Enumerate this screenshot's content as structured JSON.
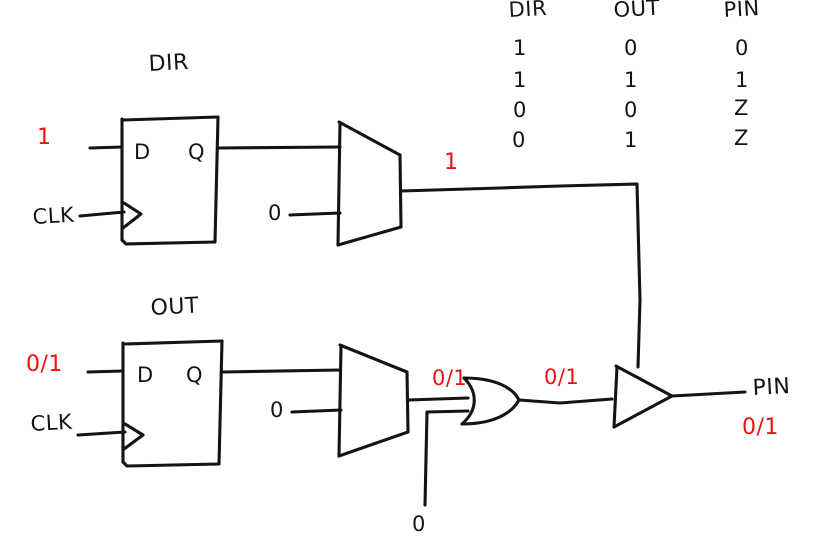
{
  "diagram": {
    "title_visible": false,
    "ink_color": "#141414",
    "annotation_color": "#ee1111"
  },
  "truth_table": {
    "columns": [
      "DIR",
      "OUT",
      "PIN"
    ],
    "rows": [
      [
        "1",
        "0",
        "0"
      ],
      [
        "1",
        "1",
        "1"
      ],
      [
        "0",
        "0",
        "Z"
      ],
      [
        "0",
        "1",
        "Z"
      ]
    ]
  },
  "flipflops": [
    {
      "name": "DIR",
      "d_port": "D",
      "q_port": "Q",
      "clk_label": "CLK",
      "d_value": "1"
    },
    {
      "name": "OUT",
      "d_port": "D",
      "q_port": "Q",
      "clk_label": "CLK",
      "d_value": "0/1"
    }
  ],
  "muxes": [
    {
      "id": "dir-mux",
      "second_input_label": "0",
      "output_value": "1"
    },
    {
      "id": "out-mux",
      "second_input_label": "0",
      "output_value": "0/1"
    }
  ],
  "or_gate": {
    "input_a_value": "0/1",
    "input_b_label": "0",
    "output_value": "0/1"
  },
  "tristate": {
    "output_label": "PIN",
    "output_value": "0/1"
  }
}
